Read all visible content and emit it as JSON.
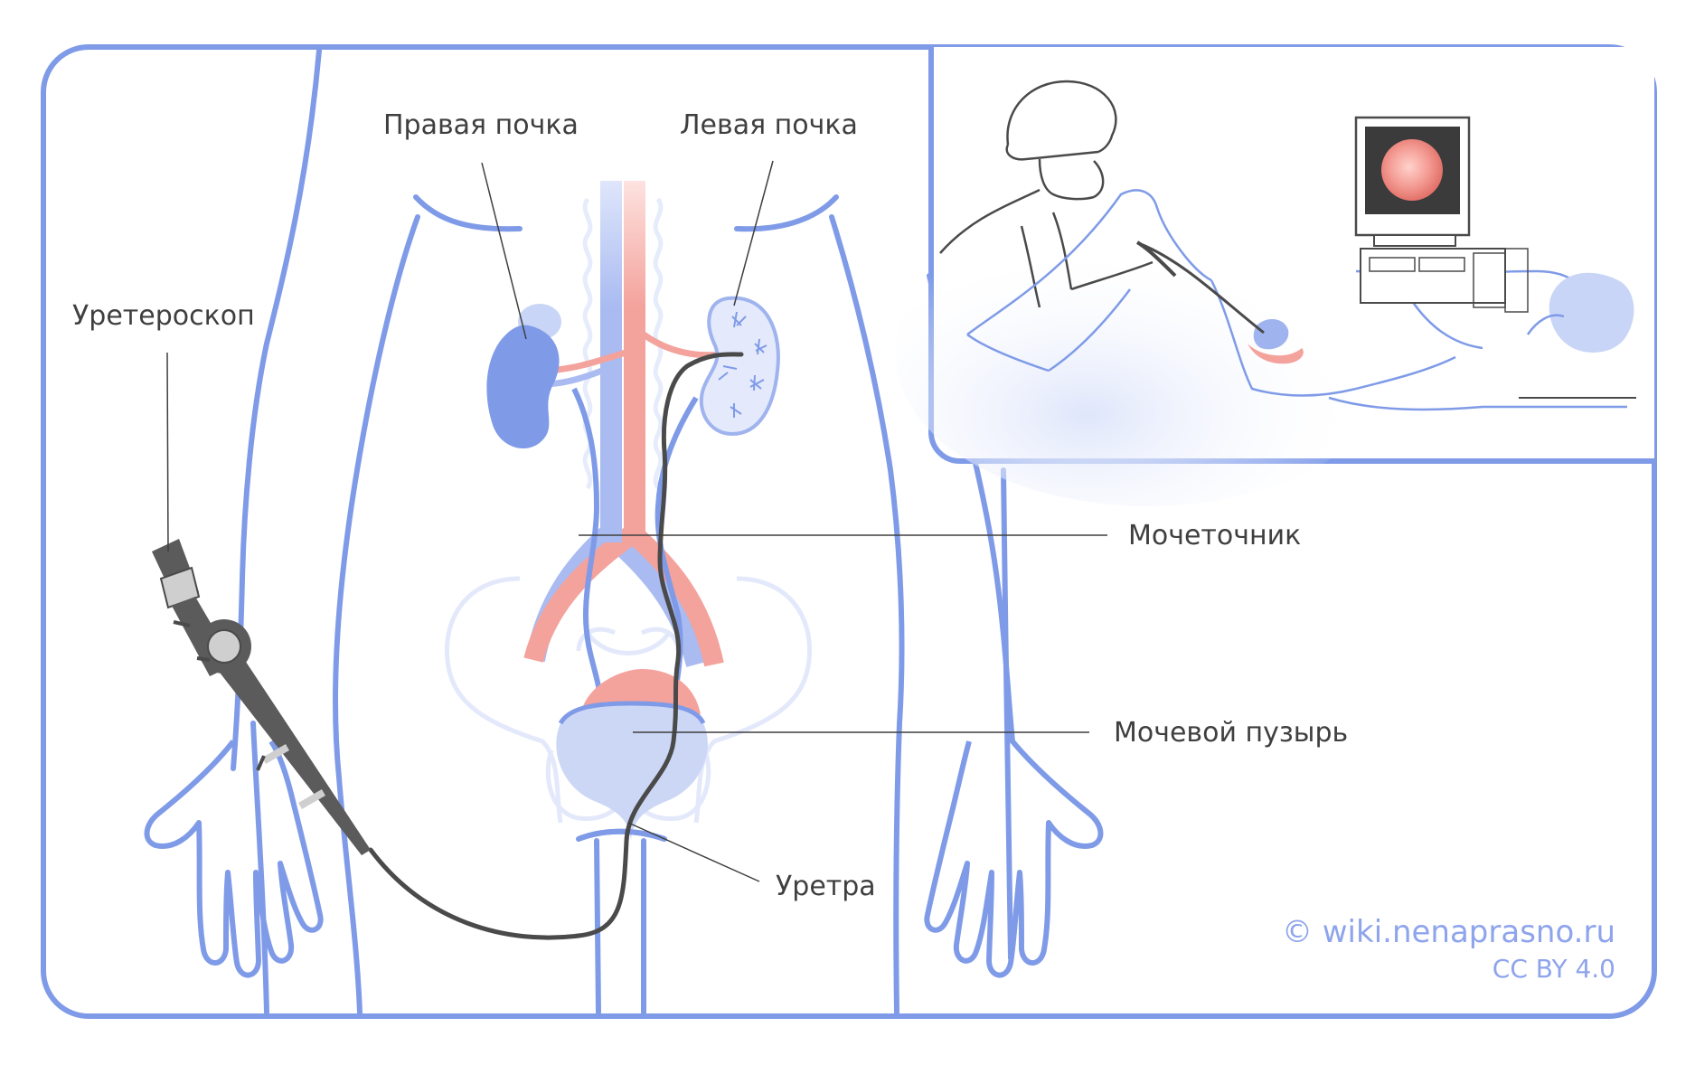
{
  "labels": {
    "right_kidney": "Правая почка",
    "left_kidney": "Левая почка",
    "ureteroscope": "Уретероскоп",
    "ureter": "Мочеточник",
    "bladder": "Мочевой пузырь",
    "urethra": "Уретра"
  },
  "credit": {
    "site": "© wiki.nenaprasno.ru",
    "license": "CC BY 4.0"
  },
  "colors": {
    "outline": "#7f9be8",
    "artery": "#f4a29c",
    "vein": "#9fb3ee",
    "scope": "#4a4a4a",
    "text": "#3f3f3f",
    "credit": "#8ea4ec"
  }
}
